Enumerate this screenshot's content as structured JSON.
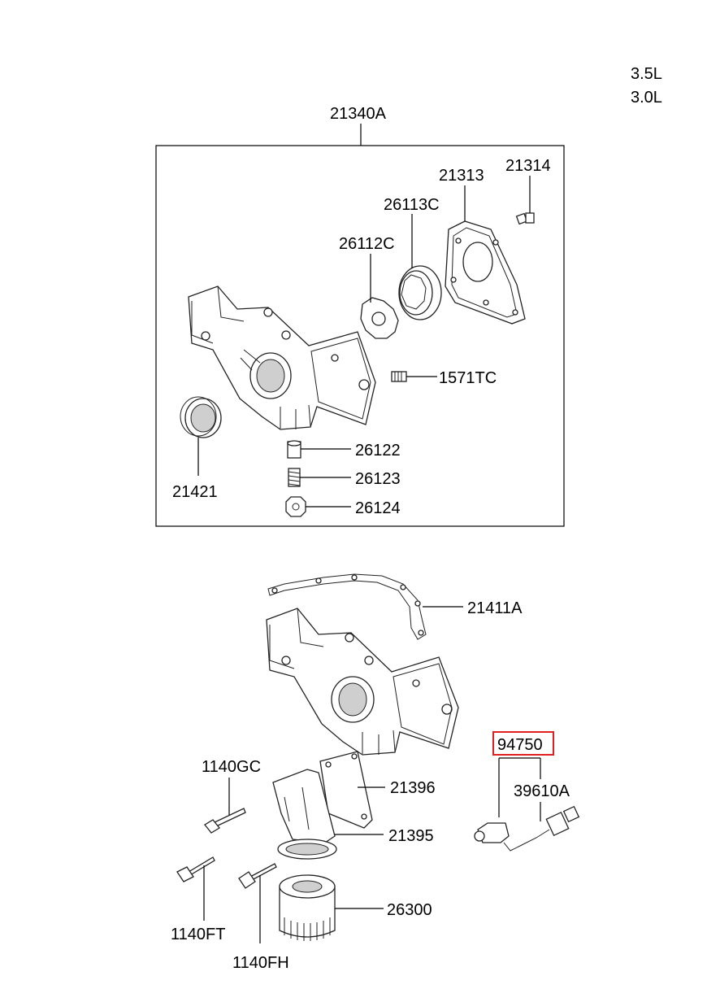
{
  "engine_variants": [
    "3.5L",
    "3.0L"
  ],
  "assembly_label": "21340A",
  "parts": {
    "p21313": "21313",
    "p21314": "21314",
    "p26113C": "26113C",
    "p26112C": "26112C",
    "p1571TC": "1571TC",
    "p26122": "26122",
    "p26123": "26123",
    "p26124": "26124",
    "p21421": "21421",
    "p21411A": "21411A",
    "p94750": "94750",
    "p39610A": "39610A",
    "p1140GC": "1140GC",
    "p21396": "21396",
    "p21395": "21395",
    "p1140FT": "1140FT",
    "p26300": "26300",
    "p1140FH": "1140FH"
  },
  "highlight": {
    "part": "94750",
    "color": "#e02020"
  }
}
